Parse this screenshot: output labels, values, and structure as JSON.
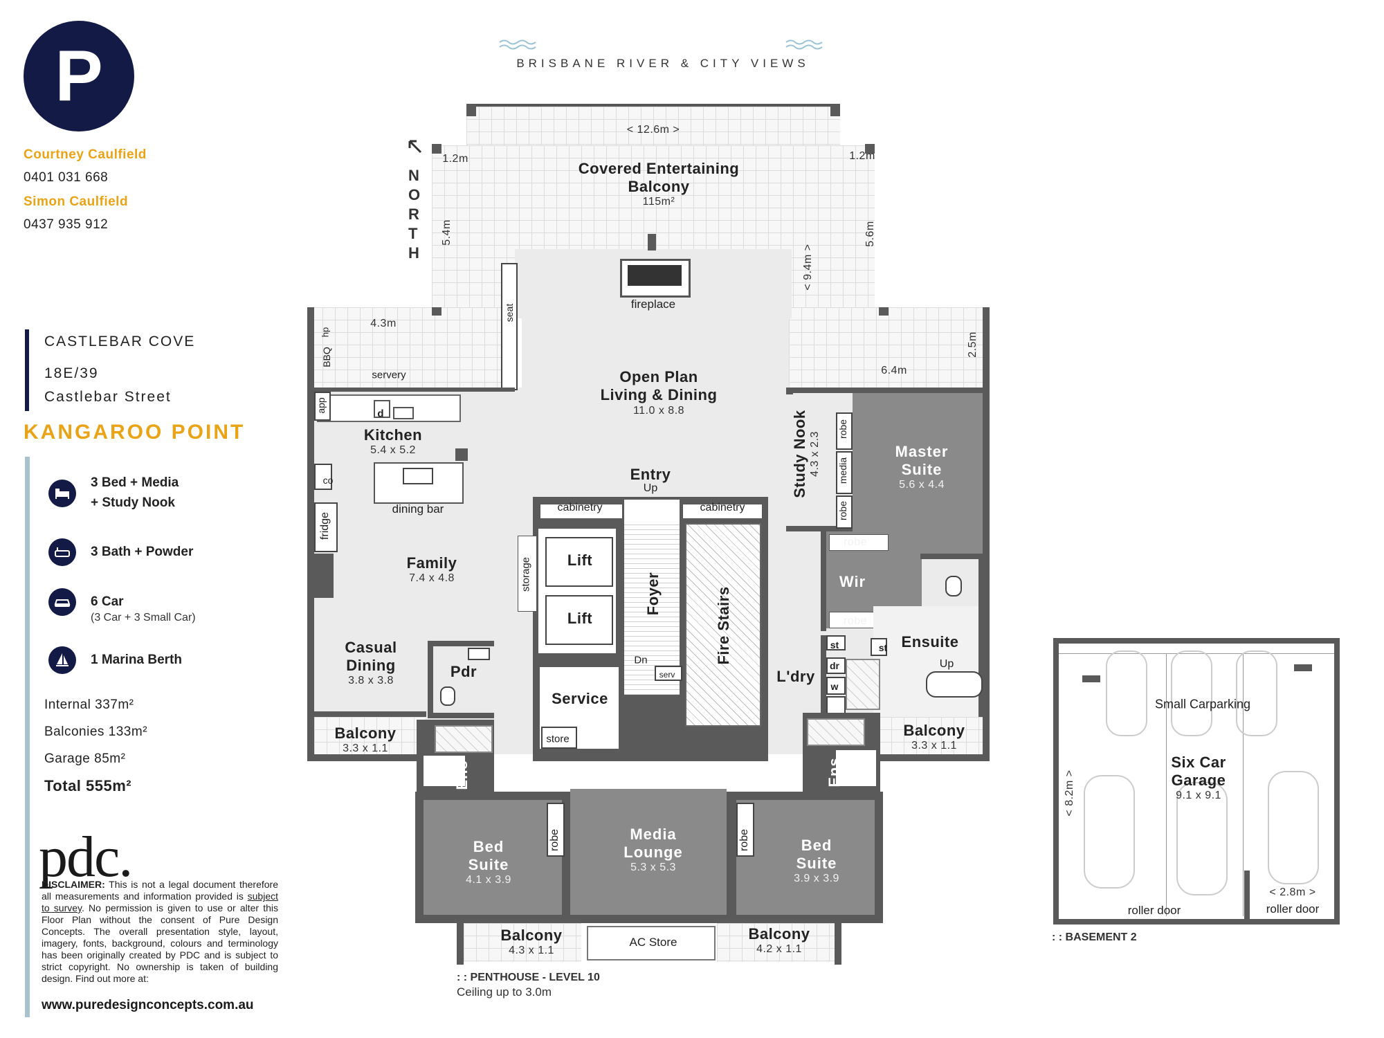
{
  "header": {
    "views_title": "BRISBANE RIVER & CITY VIEWS"
  },
  "logo": {
    "letter": "P"
  },
  "agents": [
    {
      "name": "Courtney Caulfield",
      "phone": "0401 031 668"
    },
    {
      "name": "Simon Caulfield",
      "phone": "0437 935 912"
    }
  ],
  "address": {
    "line1": "CASTLEBAR COVE",
    "line2": "18E/39",
    "line3": "Castlebar Street",
    "suburb": "KANGAROO POINT"
  },
  "features": [
    {
      "icon": "bed-icon",
      "line1": "3 Bed + Media",
      "line2": "+ Study Nook",
      "sub": ""
    },
    {
      "icon": "bath-icon",
      "line1": "3 Bath + Powder",
      "line2": "",
      "sub": ""
    },
    {
      "icon": "car-icon",
      "line1": "6 Car",
      "line2": "",
      "sub": "(3 Car + 3 Small Car)"
    },
    {
      "icon": "sailboat-icon",
      "line1": "1 Marina Berth",
      "line2": "",
      "sub": ""
    }
  ],
  "areas": {
    "internal": "Internal 337m²",
    "balconies": "Balconies 133m²",
    "garage": "Garage 85m²",
    "total": "Total 555m²"
  },
  "brand": {
    "pdc": "pdc."
  },
  "disclaimer": {
    "lead": "DISCLAIMER:",
    "text1": " This is not a legal document therefore all measurements and information provided is ",
    "survey": "subject to survey",
    "text2": ". No permission is given to use or alter this Floor Plan without the consent of Pure Design Concepts. The overall presentation style, layout, imagery, fonts, background, colours and terminology has been originally created by PDC and is subject to strict copyright. No ownership is taken of building design. Find out more at:",
    "website": "www.puredesignconcepts.com.au"
  },
  "plan": {
    "north_label": "NORTH",
    "balcony_main": {
      "title": "Covered Entertaining",
      "title2": "Balcony",
      "area": "115m²",
      "width": "< 12.6m >",
      "d1": "1.2m",
      "d2": "1.2m",
      "d3": "5.4m",
      "d4": "5.6m",
      "d5": "< 9.4m >",
      "d6": "4.3m",
      "d7": "6.4m",
      "d8": "2.5m"
    },
    "fixtures": {
      "hp": "hp",
      "bbq": "BBQ",
      "servery": "servery",
      "seat": "seat",
      "fireplace": "fireplace",
      "app": "app",
      "d": "d",
      "co": "co",
      "fridge": "fridge",
      "dining_bar": "dining bar",
      "storage": "storage",
      "cabinetry1": "cabinetry",
      "cabinetry2": "cabinetry",
      "robe1": "robe",
      "media": "media",
      "robe2": "robe",
      "robe3": "robe",
      "robe4": "robe",
      "st1": "st",
      "st2": "st",
      "dr": "dr",
      "w": "w",
      "store": "store",
      "serv": "serv",
      "up1": "Up",
      "up2": "Up",
      "dn": "Dn",
      "robe5": "robe",
      "robe6": "robe"
    },
    "rooms": {
      "open_plan": {
        "name": "Open Plan",
        "name2": "Living & Dining",
        "dim": "11.0 x 8.8"
      },
      "kitchen": {
        "name": "Kitchen",
        "dim": "5.4 x 5.2"
      },
      "family": {
        "name": "Family",
        "dim": "7.4 x 4.8"
      },
      "casual": {
        "name": "Casual",
        "name2": "Dining",
        "dim": "3.8 x 3.8"
      },
      "study": {
        "name": "Study Nook",
        "dim": "4.3 x 2.3"
      },
      "master": {
        "name": "Master",
        "name2": "Suite",
        "dim": "5.6 x 4.4"
      },
      "entry": {
        "name": "Entry"
      },
      "lift1": {
        "name": "Lift"
      },
      "lift2": {
        "name": "Lift"
      },
      "foyer": {
        "name": "Foyer"
      },
      "fire_stairs": {
        "name": "Fire Stairs"
      },
      "wir": {
        "name": "Wir"
      },
      "ensuite": {
        "name": "Ensuite"
      },
      "pdr": {
        "name": "Pdr"
      },
      "service": {
        "name": "Service"
      },
      "laundry": {
        "name": "L'dry"
      },
      "ens1": {
        "name": "Ens"
      },
      "ens2": {
        "name": "Ens"
      },
      "bed1": {
        "name": "Bed",
        "name2": "Suite",
        "dim": "4.1 x 3.9"
      },
      "media": {
        "name": "Media",
        "name2": "Lounge",
        "dim": "5.3 x 5.3"
      },
      "bed2": {
        "name": "Bed",
        "name2": "Suite",
        "dim": "3.9 x 3.9"
      },
      "balc_casual": {
        "name": "Balcony",
        "dim": "3.3 x 1.1"
      },
      "balc_ensuite": {
        "name": "Balcony",
        "dim": "3.3 x 1.1"
      },
      "balc_bed1": {
        "name": "Balcony",
        "dim": "4.3 x 1.1"
      },
      "balc_bed2": {
        "name": "Balcony",
        "dim": "4.2 x 1.1"
      },
      "ac_store": {
        "name": "AC Store"
      }
    },
    "level_title": ": : PENTHOUSE - LEVEL 10",
    "ceiling": "Ceiling up to 3.0m"
  },
  "garage": {
    "small_parking": "Small Carparking",
    "name": "Six Car",
    "name2": "Garage",
    "dim": "9.1 x 9.1",
    "depth": "< 8.2m >",
    "width": "< 2.8m >",
    "door1": "roller door",
    "door2": "roller door",
    "title": ": : BASEMENT 2"
  }
}
